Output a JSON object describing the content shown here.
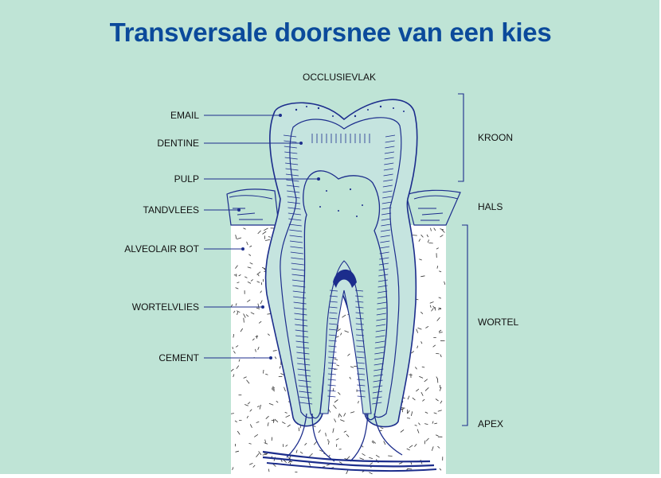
{
  "title": "Transversale doorsnee van een kies",
  "labels": {
    "occlusal": "OCCLUSIEVLAK",
    "left": [
      "EMAIL",
      "DENTINE",
      "PULP",
      "TANDVLEES",
      "ALVEOLAIR BOT",
      "WORTELVLIES",
      "CEMENT"
    ],
    "right": [
      "KROON",
      "HALS",
      "WORTEL",
      "APEX"
    ]
  },
  "colors": {
    "background": "#bfe4d6",
    "title": "#0b4a9b",
    "line": "#1c2d8c",
    "bone": "#ffffff"
  }
}
